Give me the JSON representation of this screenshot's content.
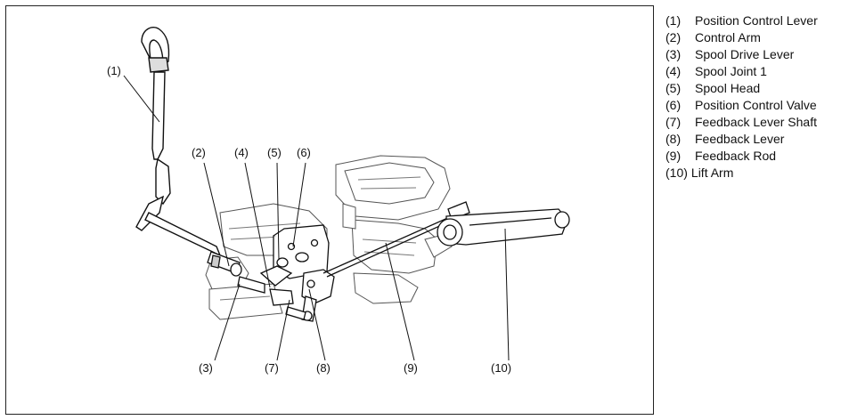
{
  "callouts": {
    "c1": "(1)",
    "c2": "(2)",
    "c3": "(3)",
    "c4": "(4)",
    "c5": "(5)",
    "c6": "(6)",
    "c7": "(7)",
    "c8": "(8)",
    "c9": "(9)",
    "c10": "(10)"
  },
  "legend": [
    {
      "num": "(1)",
      "label": "Position Control Lever"
    },
    {
      "num": "(2)",
      "label": "Control Arm"
    },
    {
      "num": "(3)",
      "label": "Spool Drive Lever"
    },
    {
      "num": "(4)",
      "label": "Spool Joint 1"
    },
    {
      "num": "(5)",
      "label": "Spool Head"
    },
    {
      "num": "(6)",
      "label": "Position Control Valve"
    },
    {
      "num": "(7)",
      "label": "Feedback Lever Shaft"
    },
    {
      "num": "(8)",
      "label": "Feedback Lever"
    },
    {
      "num": "(9)",
      "label": "Feedback Rod"
    },
    {
      "num": "(10)",
      "label": "Lift Arm"
    }
  ]
}
